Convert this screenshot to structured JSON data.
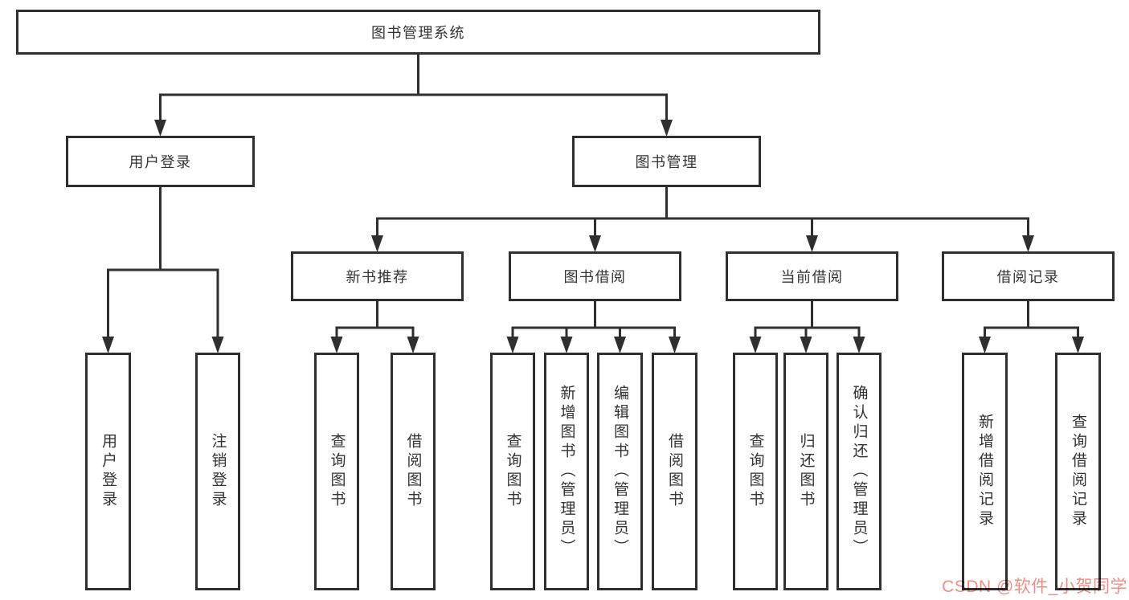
{
  "diagram": {
    "title": "图书管理系统",
    "watermark": "CSDN @软件_小贺同学",
    "colors": {
      "line": "#2f2f2f",
      "box_border": "#2f2f2f",
      "text": "#333333",
      "background": "#ffffff",
      "watermark": "#f08e85"
    },
    "nodes": [
      {
        "id": "root",
        "level": 1,
        "parent": null,
        "label": "图书管理系统"
      },
      {
        "id": "user-login",
        "level": 2,
        "parent": "root",
        "label": "用户登录"
      },
      {
        "id": "book-mgmt",
        "level": 2,
        "parent": "root",
        "label": "图书管理"
      },
      {
        "id": "new-book-rec",
        "level": 3,
        "parent": "book-mgmt",
        "label": "新书推荐"
      },
      {
        "id": "book-borrow",
        "level": 3,
        "parent": "book-mgmt",
        "label": "图书借阅"
      },
      {
        "id": "current-borrow",
        "level": 3,
        "parent": "book-mgmt",
        "label": "当前借阅"
      },
      {
        "id": "borrow-records",
        "level": 3,
        "parent": "book-mgmt",
        "label": "借阅记录"
      },
      {
        "id": "user-login-leaf",
        "level": 4,
        "parent": "user-login",
        "label": "用户登录"
      },
      {
        "id": "logout-leaf",
        "level": 4,
        "parent": "user-login",
        "label": "注销登录"
      },
      {
        "id": "query-books-new",
        "level": 4,
        "parent": "new-book-rec",
        "label": "查询图书"
      },
      {
        "id": "borrow-books-new",
        "level": 4,
        "parent": "new-book-rec",
        "label": "借阅图书"
      },
      {
        "id": "query-books-borrow",
        "level": 4,
        "parent": "book-borrow",
        "label": "查询图书"
      },
      {
        "id": "add-book-admin",
        "level": 4,
        "parent": "book-borrow",
        "label": "新增图书（管理员）"
      },
      {
        "id": "edit-book-admin",
        "level": 4,
        "parent": "book-borrow",
        "label": "编辑图书（管理员）"
      },
      {
        "id": "borrow-books-2",
        "level": 4,
        "parent": "book-borrow",
        "label": "借阅图书"
      },
      {
        "id": "query-books-current",
        "level": 4,
        "parent": "current-borrow",
        "label": "查询图书"
      },
      {
        "id": "return-books",
        "level": 4,
        "parent": "current-borrow",
        "label": "归还图书"
      },
      {
        "id": "confirm-return-admin",
        "level": 4,
        "parent": "current-borrow",
        "label": "确认归还（管理员）"
      },
      {
        "id": "add-borrow-record",
        "level": 4,
        "parent": "borrow-records",
        "label": "新增借阅记录"
      },
      {
        "id": "query-borrow-record",
        "level": 4,
        "parent": "borrow-records",
        "label": "查询借阅记录"
      }
    ]
  }
}
